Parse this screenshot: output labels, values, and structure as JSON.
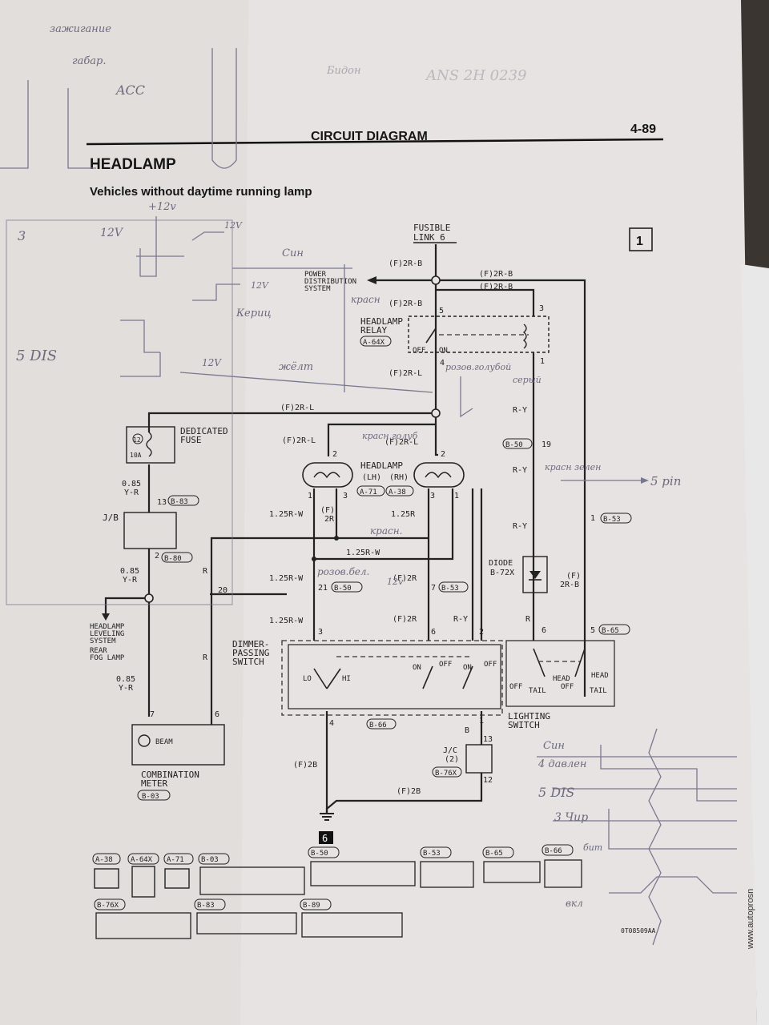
{
  "page": {
    "section": "CIRCUIT DIAGRAM",
    "page_number": "4-89",
    "title": "HEADLAMP",
    "subtitle": "Vehicles without daytime running lamp",
    "figure_tag": "1",
    "figure_code": "0T08509AA",
    "watermark": "www.autoprosn"
  },
  "components": {
    "fusible_link": [
      "FUSIBLE",
      "LINK 6"
    ],
    "power_distribution": [
      "POWER",
      "DISTRIBUTION",
      "SYSTEM"
    ],
    "headlamp_relay": [
      "HEADLAMP",
      "RELAY"
    ],
    "headlamp_relay_code": "A-64X",
    "relay_off": "OFF",
    "relay_on": "ON",
    "dedicated_fuse": [
      "DEDICATED",
      "FUSE"
    ],
    "fuse_number": "12",
    "fuse_rating": "10A",
    "jb": "J/B",
    "headlamp": "HEADLAMP",
    "headlamp_lh": "(LH)",
    "headlamp_rh": "(RH)",
    "headlamp_lh_code": "A-71",
    "headlamp_rh_code": "A-38",
    "leveling": [
      "HEADLAMP",
      "LEVELING",
      "SYSTEM",
      "REAR",
      "FOG LAMP"
    ],
    "dimmer": [
      "DIMMER-",
      "PASSING",
      "SWITCH"
    ],
    "dimmer_lo": "LO",
    "dimmer_hi": "HI",
    "sw_on_1": "ON",
    "sw_off_1": "OFF",
    "sw_on_2": "ON",
    "sw_off_2": "OFF",
    "diode": [
      "DIODE",
      "B-72X"
    ],
    "lighting_switch": [
      "LIGHTING",
      "SWITCH"
    ],
    "ls_off_1": "OFF",
    "ls_tail_1": "TAIL",
    "ls_head_1": "HEAD",
    "ls_off_2": "OFF",
    "ls_tail_2": "TAIL",
    "ls_head_2": "HEAD",
    "combination_meter": [
      "COMBINATION",
      "METER"
    ],
    "combination_meter_code": "B-03",
    "beam": "BEAM",
    "jc": [
      "J/C",
      "(2)"
    ],
    "jc_code": "B-76X",
    "ground": "6"
  },
  "wires": {
    "w_fl_top": "(F)2R-B",
    "w_fl_mid": "(F)2R-B",
    "w_right_1": "(F)2R-B",
    "w_right_2": "(F)2R-B",
    "w_relay_out": "(F)2R-L",
    "w_fuse_feed": "(F)2R-L",
    "w_hl_lh": "(F)2R-L",
    "w_hl_rh": "(F)2R-L",
    "w_ry_1": "R-Y",
    "w_ry_2": "R-Y",
    "w_ry_3": "R-Y",
    "w_ry_4": "R-Y",
    "w_085_1": [
      "0.85",
      "Y-R"
    ],
    "w_085_2": [
      "0.85",
      "Y-R"
    ],
    "w_085_3": [
      "0.85",
      "Y-R"
    ],
    "w_125rw_1": "1.25R-W",
    "w_125rw_2": "1.25R-W",
    "w_125rw_3": "1.25R-W",
    "w_125rw_4": "1.25R-W",
    "w_125r": "1.25R",
    "w_f2r_a": [
      "(F)",
      "2R"
    ],
    "w_f2r_b": "(F)2R",
    "w_f2r_c": "(F)2R",
    "w_f2rb_diode": [
      "(F)",
      "2R-B"
    ],
    "w_r_1": "R",
    "w_r_2": "R",
    "w_r_3": "R",
    "w_b": "B",
    "w_f2b_1": "(F)2B",
    "w_f2b_2": "(F)2B"
  },
  "pins": {
    "p4a": "4",
    "p5": "5",
    "p3": "3",
    "p4b": "4",
    "p1": "1",
    "p19": "19",
    "p2a": "2",
    "p2b": "2",
    "p3lh": "3",
    "p1lh": "1",
    "p3rh": "3",
    "p1rh": "1",
    "p13a": "13",
    "p2jb": "2",
    "p1b53": "1",
    "p21": "21",
    "p7": "7",
    "p20": "20",
    "p3d": "3",
    "p6a": "6",
    "p2c": "2",
    "p6b": "6",
    "p5b65": "5",
    "p4d": "4",
    "p1d": "1",
    "p13b": "13",
    "p12": "12",
    "p7cm": "7",
    "p6cm": "6"
  },
  "connector_refs": {
    "b83": "B-83",
    "b80": "B-80",
    "b50a": "B-50",
    "b50b": "B-50",
    "b53a": "B-53",
    "b53b": "B-53",
    "b65": "B-65",
    "b66": "B-66"
  },
  "connector_labels": [
    "A-38",
    "A-64X",
    "A-71",
    "B-03",
    "B-50",
    "B-53",
    "B-65",
    "B-66",
    "B-76X",
    "B-83",
    "B-89"
  ],
  "handwritten": {
    "h_acc": "ACC",
    "h_ign": "зажигание",
    "h_gabar": "габар.",
    "h_12v_top": "+12v",
    "h_12v_a": "12V",
    "h_12v_b": "12V",
    "h_12v_c": "12V",
    "h_12v_d": "12V",
    "h_12v_e": "12v",
    "h_3": "3",
    "h_5dis": "5 DIS",
    "h_sin": "Син",
    "h_krasn": "красн",
    "h_kerich": "Кериц",
    "h_zhelt": "жёлт",
    "h_rozov": "розов.голубой",
    "h_ser": "серый",
    "h_krasn_gol": "красн.голуб",
    "h_krasn2": "красн.",
    "h_rozov_bel": "розов.бел.",
    "h_krasn_zel": "красн зелен",
    "h_5pin": "5 pin",
    "h_t_sin": "Син",
    "h_t_4": "4 давлен",
    "h_t_5": "5 DIS",
    "h_t_3": "3 Чир",
    "h_t_b": "бит",
    "h_t_vkl": "вкл",
    "h_faint": "Бидон",
    "h_num": "ANS 2H 0239"
  }
}
